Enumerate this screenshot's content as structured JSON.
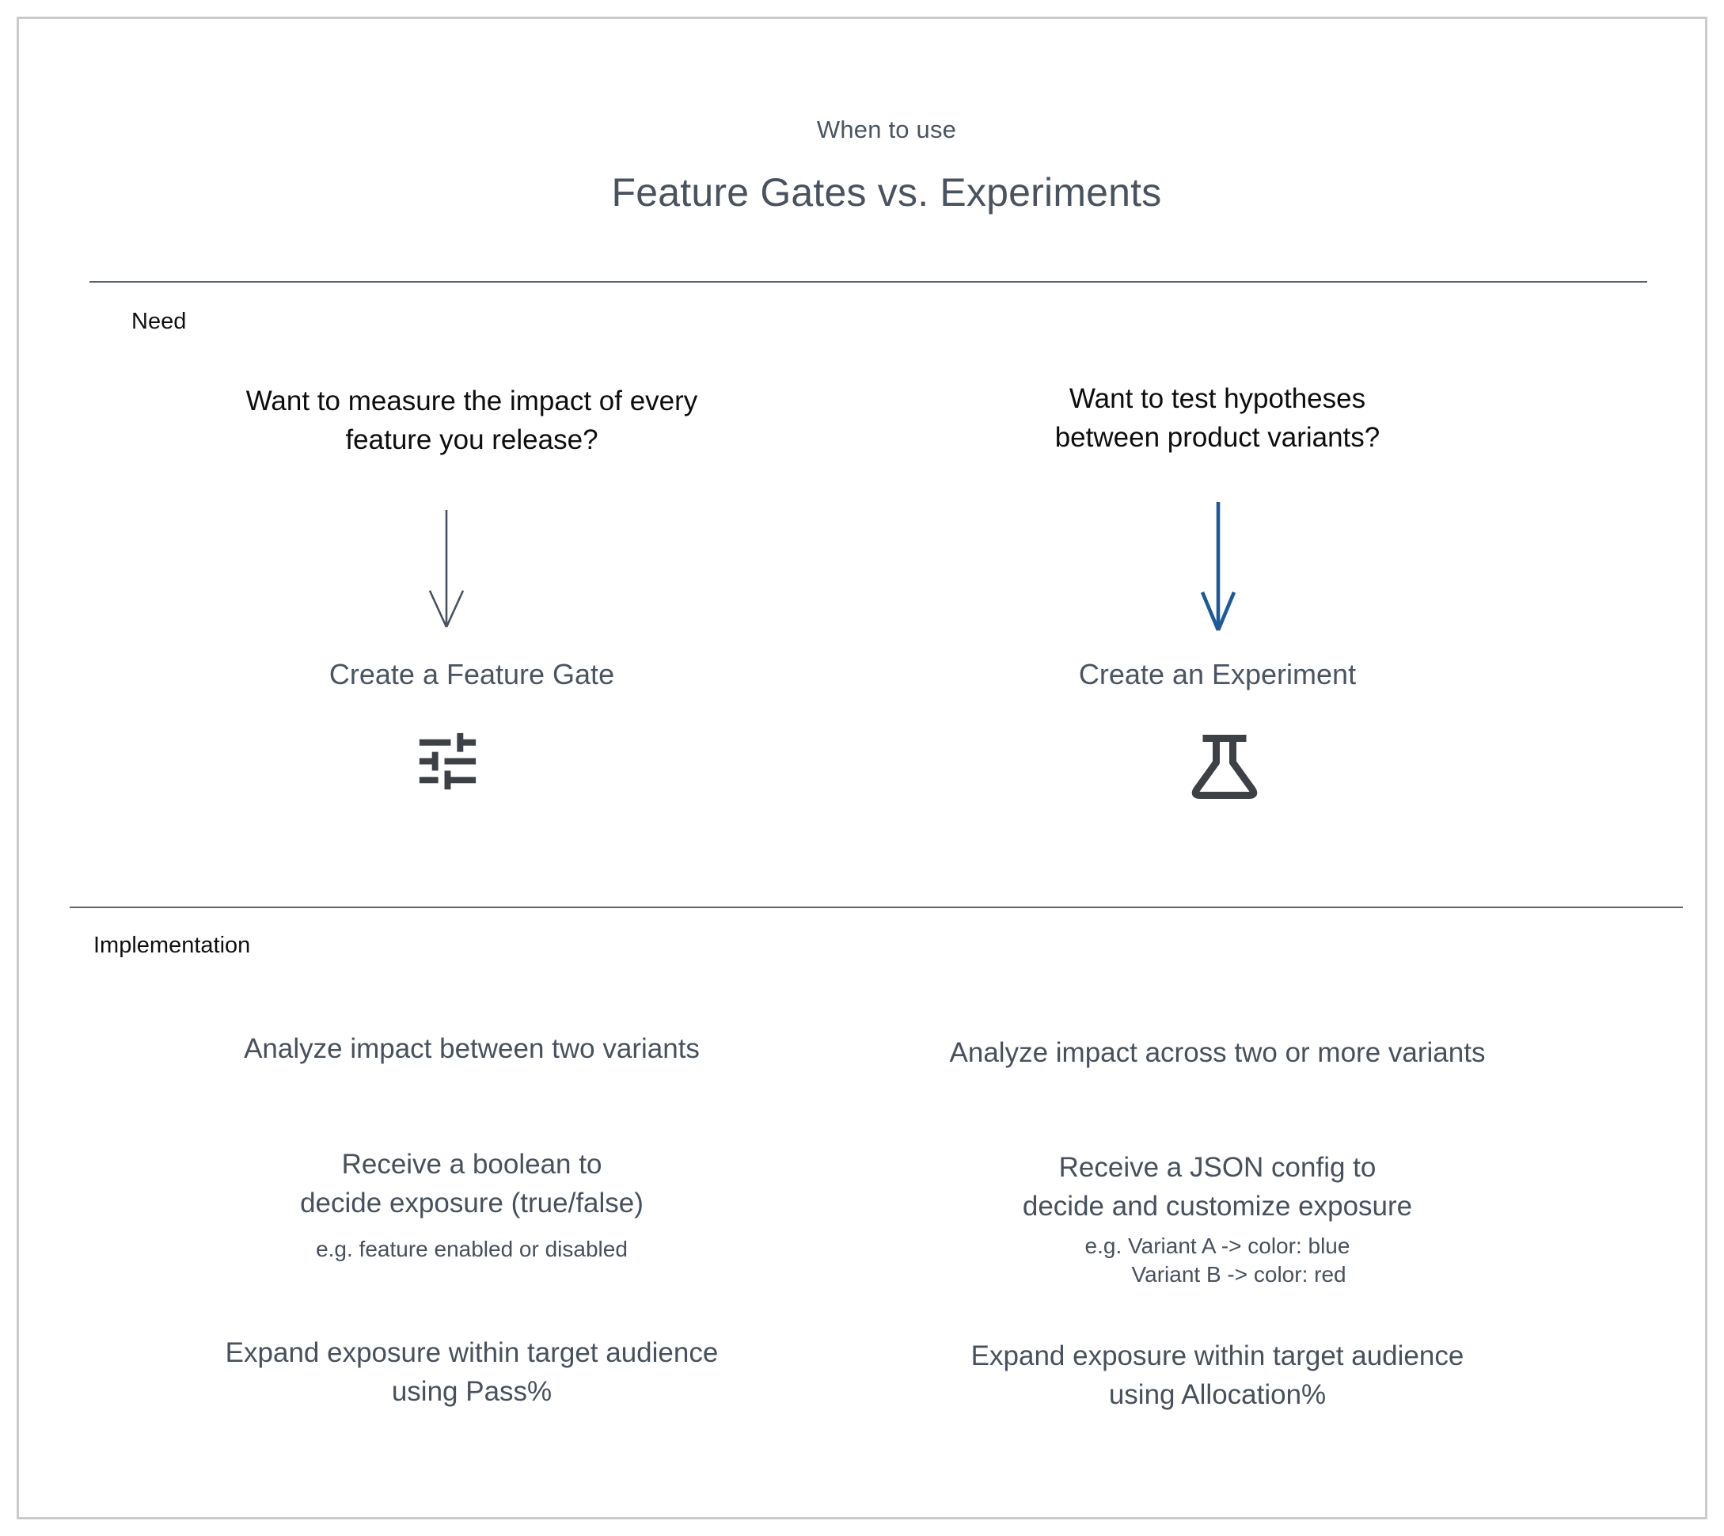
{
  "header": {
    "eyebrow": "When to use",
    "title": "Feature Gates vs. Experiments"
  },
  "need_section": {
    "label": "Need",
    "left": {
      "question_line1": "Want to measure the impact of every",
      "question_line2": "feature you release?",
      "action": "Create a Feature Gate",
      "icon": "sliders-icon"
    },
    "right": {
      "question_line1": "Want to test hypotheses",
      "question_line2": "between product variants?",
      "action": "Create an Experiment",
      "icon": "flask-icon"
    }
  },
  "implementation_section": {
    "label": "Implementation",
    "left": {
      "row1": "Analyze impact between two variants",
      "row2_line1": "Receive a boolean to",
      "row2_line2": "decide exposure (true/false)",
      "row2_example": "e.g. feature enabled or disabled",
      "row3_line1": "Expand exposure within target audience",
      "row3_line2": "using Pass%"
    },
    "right": {
      "row1": "Analyze impact across two or more variants",
      "row2_line1": "Receive a JSON config to",
      "row2_line2": "decide and customize exposure",
      "row2_example_line1": "e.g. Variant A -> color: blue",
      "row2_example_line2": "Variant B -> color: red",
      "row3_line1": "Expand exposure within target audience",
      "row3_line2": "using Allocation%"
    }
  },
  "colors": {
    "text_dark": "#0c0d0e",
    "text_slate": "#4a5462",
    "divider": "#5c6573",
    "frame_border": "#cbcbcb",
    "arrow_gray": "#49525e",
    "arrow_blue": "#1e5a9a",
    "icon": "#3d4146"
  }
}
